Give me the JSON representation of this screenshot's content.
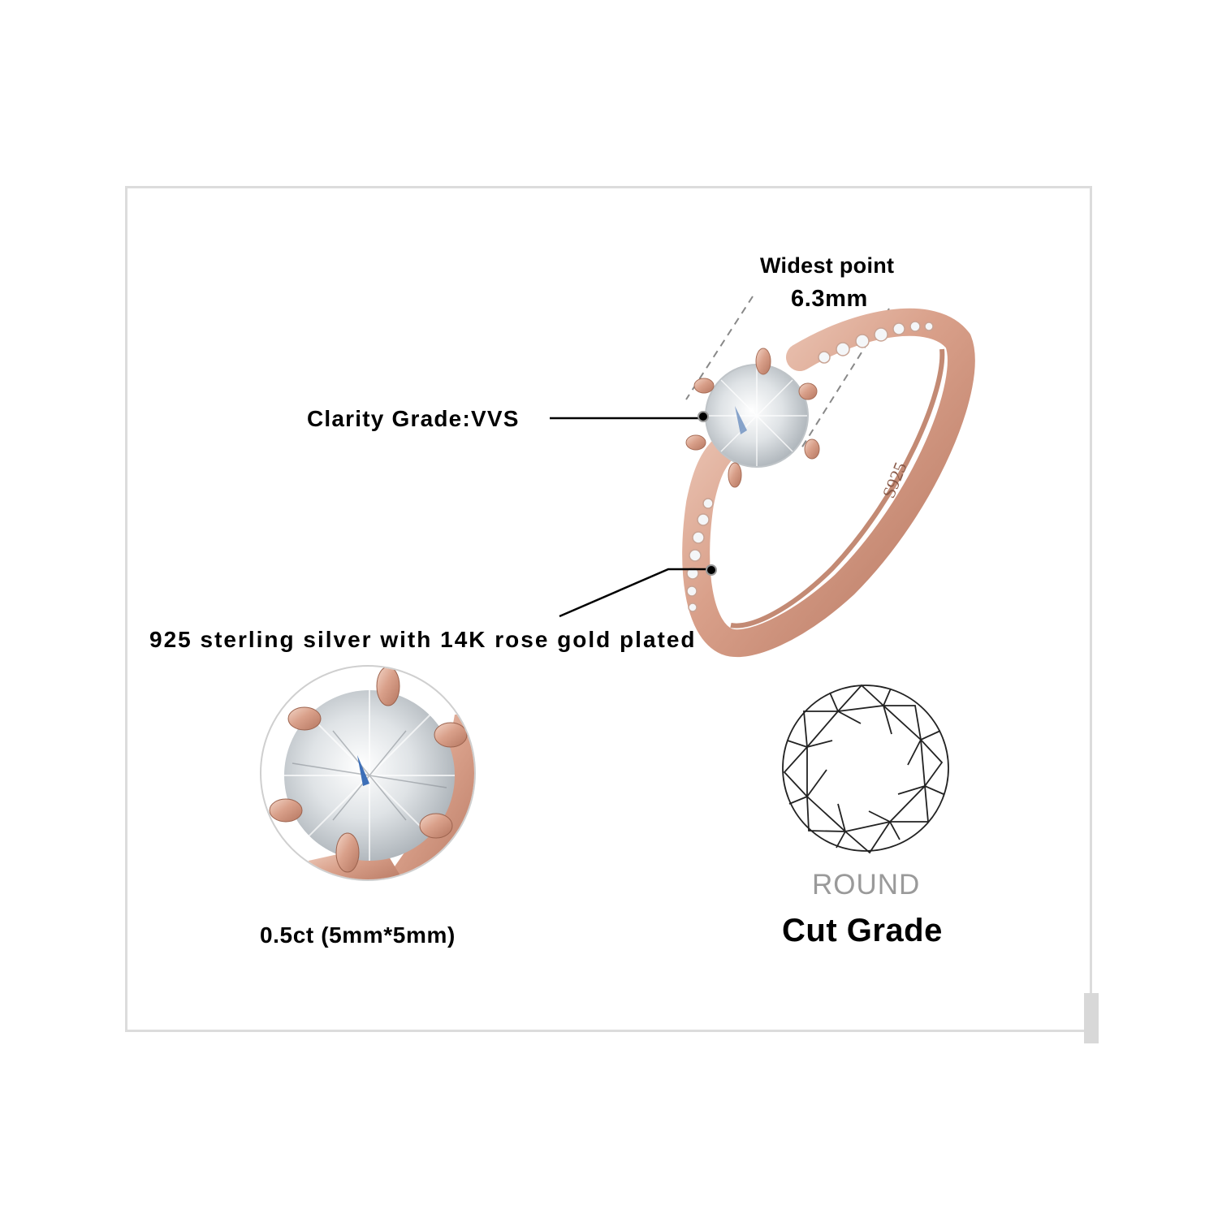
{
  "annotations": {
    "widest_point_label": "Widest point",
    "widest_point_value": "6.3mm",
    "clarity": "Clarity Grade:VVS",
    "metal": "925 sterling silver with 14K rose gold plated",
    "stamp": "S925"
  },
  "closeup": {
    "caption": "0.5ct (5mm*5mm)"
  },
  "cut_diagram": {
    "shape": "ROUND",
    "title": "Cut Grade"
  },
  "colors": {
    "rose_gold": "#d9a08a",
    "rose_gold_dark": "#b97a64",
    "frame_border": "#dcdcdc",
    "shape_text": "#9a9a9a",
    "text": "#000000"
  }
}
